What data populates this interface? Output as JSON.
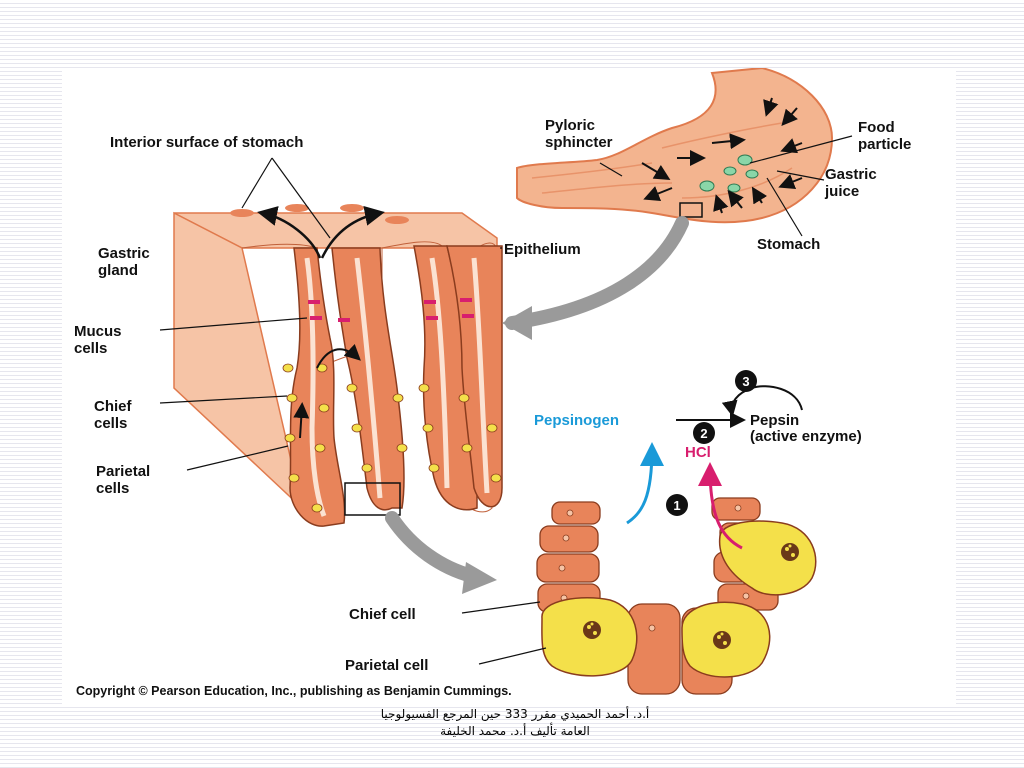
{
  "labels": {
    "interior_surface": "Interior surface of stomach",
    "gastric_gland": [
      "Gastric",
      "gland"
    ],
    "mucus_cells": [
      "Mucus",
      "cells"
    ],
    "chief_cells": [
      "Chief",
      "cells"
    ],
    "parietal_cells": [
      "Parietal",
      "cells"
    ],
    "epithelium": "Epithelium",
    "pyloric_sphincter": [
      "Pyloric",
      "sphincter"
    ],
    "food_particle": [
      "Food",
      "particle"
    ],
    "gastric_juice": [
      "Gastric",
      "juice"
    ],
    "stomach": "Stomach",
    "pepsinogen": "Pepsinogen",
    "pepsin": [
      "Pepsin",
      "(active enzyme)"
    ],
    "hcl": "HCl",
    "chief_cell": "Chief cell",
    "parietal_cell": "Parietal cell",
    "step_1": "1",
    "step_2": "2",
    "step_3": "3"
  },
  "copyright": "Copyright © Pearson Education, Inc., publishing as Benjamin Cummings.",
  "caption": {
    "line1": "أ.د. أحمد الحميدي مقرر 333 حين المرجع الفسيولوجيا",
    "line2": "العامة تأليف أ.د. محمد الخليفة"
  },
  "colors": {
    "tissue": "#e8845a",
    "tissue_light": "#f6c4a6",
    "parietal": "#f4e04a",
    "pepsinogen_text": "#1a9ad8",
    "hcl_text": "#d81e6e",
    "pointer_arrow": "#9a9a9a"
  }
}
